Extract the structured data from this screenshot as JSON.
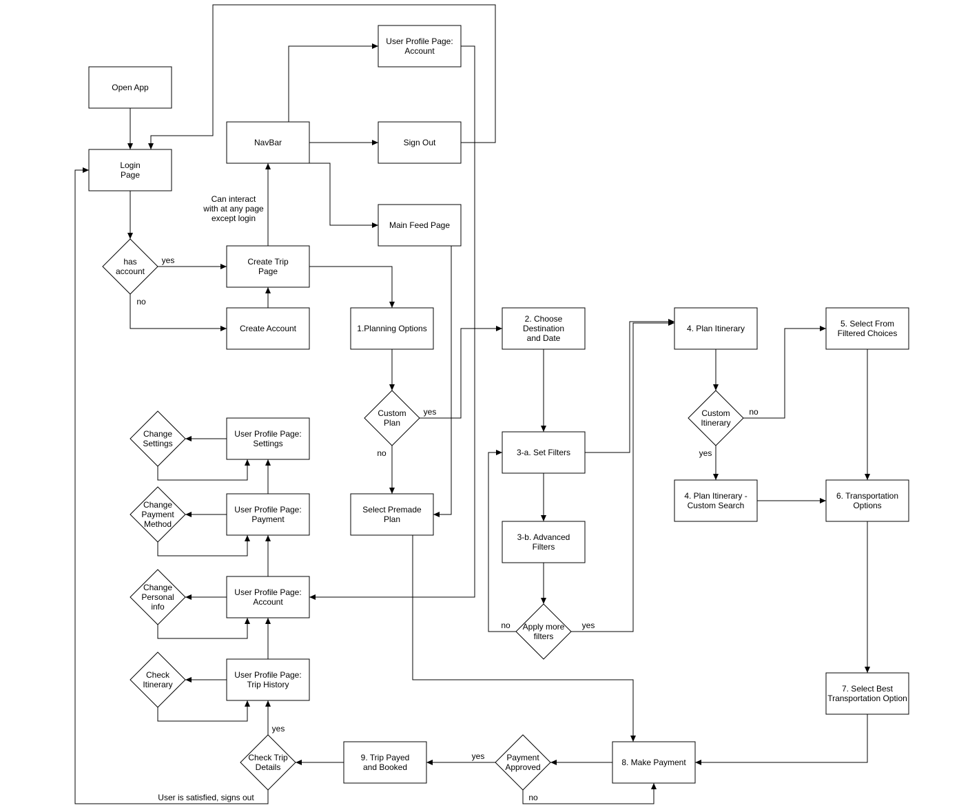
{
  "diagram": {
    "nodes": [
      {
        "id": "open_app",
        "shape": "rect",
        "lines": [
          "Open App"
        ]
      },
      {
        "id": "login",
        "shape": "rect",
        "lines": [
          "Login",
          "Page"
        ]
      },
      {
        "id": "has_account",
        "shape": "diamond",
        "lines": [
          "has",
          "account"
        ]
      },
      {
        "id": "create_trip",
        "shape": "rect",
        "lines": [
          "Create Trip",
          "Page"
        ]
      },
      {
        "id": "create_account",
        "shape": "rect",
        "lines": [
          "Create Account"
        ]
      },
      {
        "id": "navbar",
        "shape": "rect",
        "lines": [
          "NavBar"
        ]
      },
      {
        "id": "up_account_top",
        "shape": "rect",
        "lines": [
          "User Profile Page:",
          "Account"
        ]
      },
      {
        "id": "sign_out",
        "shape": "rect",
        "lines": [
          "Sign Out"
        ]
      },
      {
        "id": "main_feed",
        "shape": "rect",
        "lines": [
          "Main Feed Page"
        ]
      },
      {
        "id": "planning",
        "shape": "rect",
        "lines": [
          "1.Planning Options"
        ]
      },
      {
        "id": "custom_plan",
        "shape": "diamond",
        "lines": [
          "Custom",
          "Plan"
        ]
      },
      {
        "id": "premade",
        "shape": "rect",
        "lines": [
          "Select  Premade",
          "Plan"
        ]
      },
      {
        "id": "choose_dest",
        "shape": "rect",
        "lines": [
          "2. Choose",
          "Destination",
          "and Date"
        ]
      },
      {
        "id": "set_filters",
        "shape": "rect",
        "lines": [
          "3-a. Set Filters"
        ]
      },
      {
        "id": "adv_filters",
        "shape": "rect",
        "lines": [
          "3-b. Advanced",
          "Filters"
        ]
      },
      {
        "id": "apply_more",
        "shape": "diamond",
        "lines": [
          "Apply more",
          "filters"
        ]
      },
      {
        "id": "plan_itin",
        "shape": "rect",
        "lines": [
          "4. Plan Itinerary"
        ]
      },
      {
        "id": "custom_itin",
        "shape": "diamond",
        "lines": [
          "Custom",
          "Itinerary"
        ]
      },
      {
        "id": "plan_itin_custom",
        "shape": "rect",
        "lines": [
          "4. Plan Itinerary -",
          "Custom Search"
        ]
      },
      {
        "id": "select_filtered",
        "shape": "rect",
        "lines": [
          "5. Select From",
          "Filtered Choices"
        ]
      },
      {
        "id": "transport",
        "shape": "rect",
        "lines": [
          "6. Transportation",
          "Options"
        ]
      },
      {
        "id": "best_transport",
        "shape": "rect",
        "lines": [
          "7. Select Best",
          "Transportation Option"
        ]
      },
      {
        "id": "make_payment",
        "shape": "rect",
        "lines": [
          "8. Make Payment"
        ]
      },
      {
        "id": "payment_approved",
        "shape": "diamond",
        "lines": [
          "Payment",
          "Approved"
        ]
      },
      {
        "id": "trip_booked",
        "shape": "rect",
        "lines": [
          "9. Trip Payed",
          "and Booked"
        ]
      },
      {
        "id": "check_trip",
        "shape": "diamond",
        "lines": [
          "Check Trip",
          "Details"
        ]
      },
      {
        "id": "up_settings",
        "shape": "rect",
        "lines": [
          "User Profile Page:",
          "Settings"
        ]
      },
      {
        "id": "change_settings",
        "shape": "diamond",
        "lines": [
          "Change",
          "Settings"
        ]
      },
      {
        "id": "up_payment",
        "shape": "rect",
        "lines": [
          "User Profile Page:",
          "Payment"
        ]
      },
      {
        "id": "change_payment",
        "shape": "diamond",
        "lines": [
          "Change",
          "Payment",
          "Method"
        ]
      },
      {
        "id": "up_account",
        "shape": "rect",
        "lines": [
          "User Profile Page:",
          "Account"
        ]
      },
      {
        "id": "change_personal",
        "shape": "diamond",
        "lines": [
          "Change",
          "Personal",
          "info"
        ]
      },
      {
        "id": "up_trip_history",
        "shape": "rect",
        "lines": [
          "User Profile Page:",
          "Trip History"
        ]
      },
      {
        "id": "check_itin",
        "shape": "diamond",
        "lines": [
          "Check",
          "Itinerary"
        ]
      }
    ],
    "edge_labels": [
      {
        "id": "yes_has_account",
        "lines": [
          "yes"
        ]
      },
      {
        "id": "no_has_account",
        "lines": [
          "no"
        ]
      },
      {
        "id": "navbar_note",
        "lines": [
          "Can interact",
          "with at any page",
          "except login"
        ]
      },
      {
        "id": "yes_custom_plan",
        "lines": [
          "yes"
        ]
      },
      {
        "id": "no_custom_plan",
        "lines": [
          "no"
        ]
      },
      {
        "id": "no_apply_more",
        "lines": [
          "no"
        ]
      },
      {
        "id": "yes_apply_more",
        "lines": [
          "yes"
        ]
      },
      {
        "id": "no_custom_itin",
        "lines": [
          "no"
        ]
      },
      {
        "id": "yes_custom_itin",
        "lines": [
          "yes"
        ]
      },
      {
        "id": "yes_payment",
        "lines": [
          "yes"
        ]
      },
      {
        "id": "no_payment",
        "lines": [
          "no"
        ]
      },
      {
        "id": "yes_check_trip",
        "lines": [
          "yes"
        ]
      },
      {
        "id": "signout_note",
        "lines": [
          "User is satisfied, signs out"
        ]
      }
    ],
    "edges": [
      {
        "from": "open_app",
        "to": "login"
      },
      {
        "from": "login",
        "to": "has_account"
      },
      {
        "from": "has_account",
        "to": "create_trip",
        "label": "yes"
      },
      {
        "from": "has_account",
        "to": "create_account",
        "label": "no"
      },
      {
        "from": "create_account",
        "to": "create_trip"
      },
      {
        "from": "create_trip",
        "to": "navbar"
      },
      {
        "from": "navbar",
        "to": "up_account_top"
      },
      {
        "from": "navbar",
        "to": "sign_out"
      },
      {
        "from": "navbar",
        "to": "main_feed"
      },
      {
        "from": "sign_out",
        "to": "login"
      },
      {
        "from": "up_account_top",
        "to": "up_account"
      },
      {
        "from": "main_feed",
        "to": "premade"
      },
      {
        "from": "create_trip",
        "to": "planning"
      },
      {
        "from": "planning",
        "to": "custom_plan"
      },
      {
        "from": "custom_plan",
        "to": "choose_dest",
        "label": "yes"
      },
      {
        "from": "custom_plan",
        "to": "premade",
        "label": "no"
      },
      {
        "from": "choose_dest",
        "to": "set_filters"
      },
      {
        "from": "set_filters",
        "to": "plan_itin"
      },
      {
        "from": "set_filters",
        "to": "adv_filters"
      },
      {
        "from": "adv_filters",
        "to": "apply_more"
      },
      {
        "from": "apply_more",
        "to": "set_filters",
        "label": "no"
      },
      {
        "from": "apply_more",
        "to": "plan_itin",
        "label": "yes"
      },
      {
        "from": "plan_itin",
        "to": "custom_itin"
      },
      {
        "from": "custom_itin",
        "to": "select_filtered",
        "label": "no"
      },
      {
        "from": "custom_itin",
        "to": "plan_itin_custom",
        "label": "yes"
      },
      {
        "from": "plan_itin_custom",
        "to": "transport"
      },
      {
        "from": "select_filtered",
        "to": "transport"
      },
      {
        "from": "transport",
        "to": "best_transport"
      },
      {
        "from": "best_transport",
        "to": "make_payment"
      },
      {
        "from": "premade",
        "to": "make_payment"
      },
      {
        "from": "make_payment",
        "to": "payment_approved"
      },
      {
        "from": "payment_approved",
        "to": "trip_booked",
        "label": "yes"
      },
      {
        "from": "payment_approved",
        "to": "make_payment",
        "label": "no"
      },
      {
        "from": "trip_booked",
        "to": "check_trip"
      },
      {
        "from": "check_trip",
        "to": "up_trip_history",
        "label": "yes"
      },
      {
        "from": "check_trip",
        "to": "login",
        "label": "User is satisfied, signs out"
      },
      {
        "from": "up_trip_history",
        "to": "up_account"
      },
      {
        "from": "up_account",
        "to": "up_payment"
      },
      {
        "from": "up_payment",
        "to": "up_settings"
      },
      {
        "from": "up_settings",
        "to": "change_settings"
      },
      {
        "from": "change_settings",
        "to": "up_settings"
      },
      {
        "from": "up_payment",
        "to": "change_payment"
      },
      {
        "from": "change_payment",
        "to": "up_payment"
      },
      {
        "from": "up_account",
        "to": "change_personal"
      },
      {
        "from": "change_personal",
        "to": "up_account"
      },
      {
        "from": "up_trip_history",
        "to": "check_itin"
      },
      {
        "from": "check_itin",
        "to": "up_trip_history"
      }
    ]
  }
}
